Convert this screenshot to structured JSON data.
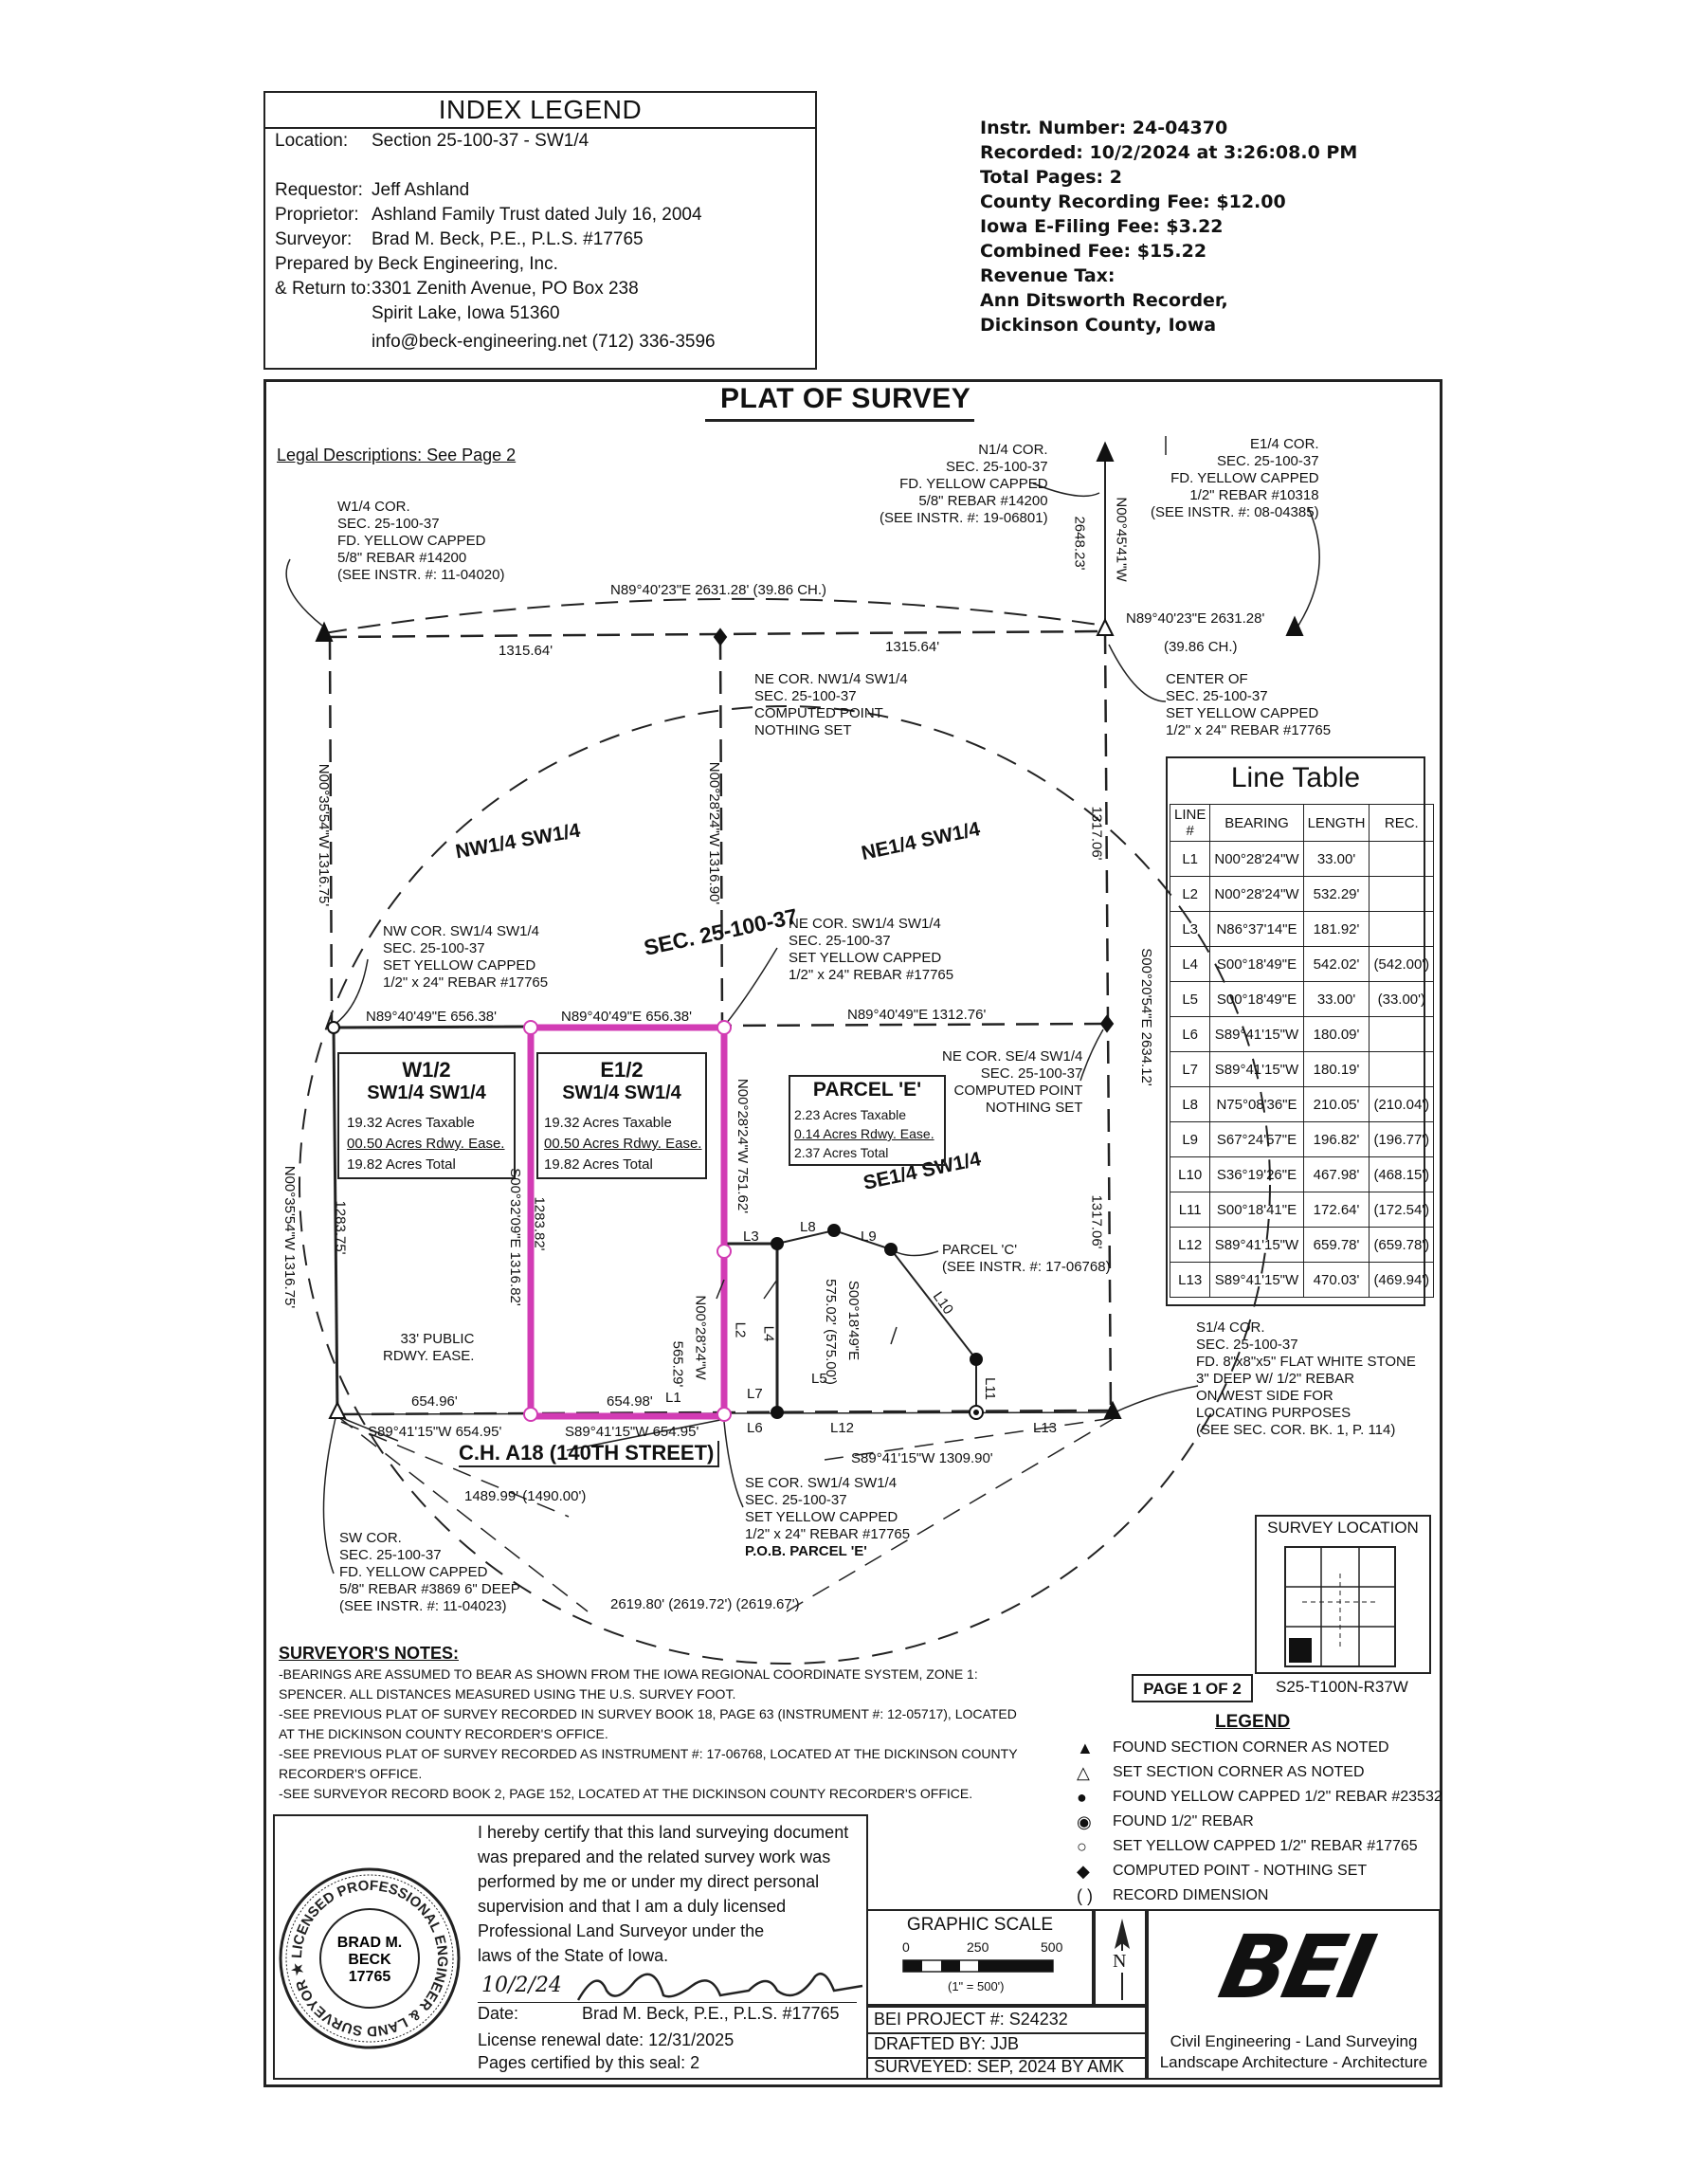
{
  "index_legend": {
    "title": "INDEX LEGEND",
    "location_label": "Location:",
    "location_value": "Section 25-100-37  -  SW1/4",
    "requestor_label": "Requestor:",
    "requestor_value": "Jeff Ashland",
    "proprietor_label": "Proprietor:",
    "proprietor_value": "Ashland Family Trust dated July 16, 2004",
    "surveyor_label": "Surveyor:",
    "surveyor_value": "Brad M. Beck, P.E., P.L.S. #17765",
    "prepared_by": "Prepared by Beck Engineering, Inc.",
    "return_label": "& Return to:",
    "return_line1": "3301 Zenith Avenue, PO Box 238",
    "return_line2": "Spirit Lake, Iowa 51360",
    "return_line3": "info@beck-engineering.net   (712) 336-3596"
  },
  "recording": [
    "Instr. Number: 24-04370",
    "Recorded: 10/2/2024 at 3:26:08.0 PM",
    "Total Pages: 2",
    "County Recording Fee: $12.00",
    "Iowa E-Filing Fee: $3.22",
    "Combined Fee: $15.22",
    "Revenue Tax:",
    "Ann Ditsworth  Recorder,",
    "Dickinson County, Iowa"
  ],
  "plat": {
    "title": "PLAT OF SURVEY",
    "legal_desc": "Legal Descriptions: See Page 2",
    "sec_label": "SEC. 25-100-37",
    "quarters": {
      "nw": "NW1/4 SW1/4",
      "ne": "NE1/4 SW1/4",
      "se": "SE1/4 SW1/4"
    },
    "w_half": {
      "title1": "W1/2",
      "title2": "SW1/4 SW1/4",
      "taxable": "19.32 Acres Taxable",
      "rdwy": "00.50 Acres Rdwy. Ease.",
      "total": "19.82 Acres Total"
    },
    "e_half": {
      "title1": "E1/2",
      "title2": "SW1/4 SW1/4",
      "taxable": "19.32 Acres Taxable",
      "rdwy": "00.50 Acres Rdwy. Ease.",
      "total": "19.82 Acres Total"
    },
    "parcel_e": {
      "title": "PARCEL 'E'",
      "taxable": "2.23 Acres Taxable",
      "rdwy": "0.14 Acres Rdwy. Ease.",
      "total": "2.37 Acres Total"
    },
    "road": "C.H. A18 (140TH STREET)",
    "callouts": {
      "n14": [
        "N1/4 COR.",
        "SEC. 25-100-37",
        "FD. YELLOW CAPPED",
        "5/8\" REBAR #14200",
        "(SEE INSTR. #: 19-06801)"
      ],
      "e14": [
        "E1/4 COR.",
        "SEC. 25-100-37",
        "FD. YELLOW CAPPED",
        "1/2\" REBAR #10318",
        "(SEE INSTR. #: 08-04385)"
      ],
      "w14": [
        "W1/4 COR.",
        "SEC. 25-100-37",
        "FD. YELLOW CAPPED",
        "5/8\" REBAR #14200",
        "(SEE INSTR. #: 11-04020)"
      ],
      "center": [
        "CENTER OF",
        "SEC. 25-100-37",
        "SET YELLOW CAPPED",
        "1/2\" x 24\" REBAR #17765"
      ],
      "ne_nw": [
        "NE COR. NW1/4 SW1/4",
        "SEC. 25-100-37",
        "COMPUTED POINT",
        "NOTHING SET"
      ],
      "nw_sw": [
        "NW COR. SW1/4 SW1/4",
        "SEC. 25-100-37",
        "SET YELLOW CAPPED",
        "1/2\" x 24\" REBAR #17765"
      ],
      "ne_sw": [
        "NE COR. SW1/4 SW1/4",
        "SEC. 25-100-37",
        "SET YELLOW CAPPED",
        "1/2\" x 24\" REBAR #17765"
      ],
      "ne_se": [
        "NE COR. SE/4 SW1/4",
        "SEC. 25-100-37",
        "COMPUTED POINT",
        "NOTHING SET"
      ],
      "parcel_c": [
        "PARCEL 'C'",
        "(SEE INSTR. #: 17-06768)"
      ],
      "s14": [
        "S1/4 COR.",
        "SEC. 25-100-37",
        "FD. 8\"x8\"x5\" FLAT WHITE STONE",
        "3\" DEEP W/ 1/2\" REBAR",
        "ON WEST SIDE FOR",
        "LOCATING PURPOSES",
        "(SEE SEC. COR. BK. 1, P. 114)"
      ],
      "se_sw": [
        "SE COR. SW1/4 SW1/4",
        "SEC. 25-100-37",
        "SET YELLOW CAPPED",
        "1/2\" x 24\" REBAR #17765",
        "P.O.B. PARCEL 'E'"
      ],
      "sw": [
        "SW COR.",
        "SEC. 25-100-37",
        "FD. YELLOW CAPPED",
        "5/8\" REBAR #3869 6\" DEEP",
        "(SEE INSTR. #: 11-04023)"
      ],
      "rdwy": [
        "33' PUBLIC",
        "RDWY. EASE."
      ]
    },
    "dims": {
      "top_long": "N89°40'23\"E  2631.28' (39.86 CH.)",
      "top_w": "1315.64'",
      "top_e": "1315.64'",
      "east_top": "N89°40'23\"E  2631.28'",
      "east_ch": "(39.86 CH.)",
      "n_bearing": "N00°45'41\"W",
      "n_dist": "2648.23'",
      "w_side": "N00°35'54\"W  1316.75'",
      "mid_v": "N00°28'24\"W  1316.90'",
      "east_v": "1317.06'",
      "east_far": "S00°20'54\"E  2634.12'",
      "mid_n1": "N89°40'49\"E  656.38'",
      "mid_n2": "N89°40'49\"E  656.38'",
      "mid_n3": "N89°40'49\"E  1312.76'",
      "sw_left": "N00°35'54\"W  1316.75'",
      "w1283": "1283.75'",
      "s00": "S00°32'09\"E  1316.82'",
      "e1283": "1283.82'",
      "n751": "N00°28'24\"W  751.62'",
      "n565": "N00°28'24\"W",
      "n565d": "565.29'",
      "s575": "S00°18'49\"E",
      "s575d": "575.02' (575.00')",
      "e1317": "1317.06'",
      "b654a": "654.96'",
      "b654b": "654.98'",
      "b_w": "S89°41'15\"W  654.95'",
      "b_e": "S89°41'15\"W  654.95'",
      "b_far": "S89°41'15\"W  1309.90'",
      "b1490": "1489.99' (1490.00')",
      "b2619": "2619.80' (2619.72') (2619.67')"
    },
    "line_labels": [
      "L1",
      "L2",
      "L3",
      "L4",
      "L5",
      "L6",
      "L7",
      "L8",
      "L9",
      "L10",
      "L11",
      "L12",
      "L13"
    ]
  },
  "line_table": {
    "title": "Line Table",
    "headers": [
      "LINE #",
      "BEARING",
      "LENGTH",
      "REC."
    ],
    "rows": [
      [
        "L1",
        "N00°28'24\"W",
        "33.00'",
        ""
      ],
      [
        "L2",
        "N00°28'24\"W",
        "532.29'",
        ""
      ],
      [
        "L3",
        "N86°37'14\"E",
        "181.92'",
        ""
      ],
      [
        "L4",
        "S00°18'49\"E",
        "542.02'",
        "(542.00')"
      ],
      [
        "L5",
        "S00°18'49\"E",
        "33.00'",
        "(33.00')"
      ],
      [
        "L6",
        "S89°41'15\"W",
        "180.09'",
        ""
      ],
      [
        "L7",
        "S89°41'15\"W",
        "180.19'",
        ""
      ],
      [
        "L8",
        "N75°08'36\"E",
        "210.05'",
        "(210.04')"
      ],
      [
        "L9",
        "S67°24'57\"E",
        "196.82'",
        "(196.77')"
      ],
      [
        "L10",
        "S36°19'26\"E",
        "467.98'",
        "(468.15')"
      ],
      [
        "L11",
        "S00°18'41\"E",
        "172.64'",
        "(172.54')"
      ],
      [
        "L12",
        "S89°41'15\"W",
        "659.78'",
        "(659.78')"
      ],
      [
        "L13",
        "S89°41'15\"W",
        "470.03'",
        "(469.94')"
      ]
    ]
  },
  "survey_location": {
    "title": "SURVEY LOCATION",
    "page": "PAGE 1 OF 2",
    "twp": "S25-T100N-R37W"
  },
  "surveyor_notes": {
    "title": "SURVEYOR'S NOTES:",
    "lines": [
      "-BEARINGS ARE ASSUMED TO BEAR AS SHOWN FROM THE IOWA REGIONAL COORDINATE SYSTEM, ZONE 1:",
      "SPENCER. ALL DISTANCES MEASURED USING THE U.S. SURVEY FOOT.",
      "-SEE PREVIOUS PLAT OF SURVEY RECORDED IN SURVEY BOOK 18, PAGE 63  (INSTRUMENT #: 12-05717), LOCATED",
      "AT THE DICKINSON COUNTY RECORDER'S OFFICE.",
      "-SEE PREVIOUS PLAT OF SURVEY RECORDED AS INSTRUMENT #: 17-06768, LOCATED AT THE DICKINSON COUNTY",
      "RECORDER'S OFFICE.",
      "-SEE  SURVEYOR RECORD BOOK 2, PAGE 152, LOCATED AT THE DICKINSON COUNTY RECORDER'S OFFICE."
    ]
  },
  "legend": {
    "title": "LEGEND",
    "items": [
      {
        "symbol": "▲",
        "text": "FOUND SECTION CORNER AS NOTED"
      },
      {
        "symbol": "△",
        "text": "SET SECTION CORNER AS NOTED"
      },
      {
        "symbol": "●",
        "text": "FOUND YELLOW CAPPED 1/2\" REBAR #23532"
      },
      {
        "symbol": "◉",
        "text": "FOUND 1/2\" REBAR"
      },
      {
        "symbol": "○",
        "text": "SET YELLOW CAPPED 1/2\" REBAR #17765"
      },
      {
        "symbol": "◆",
        "text": "COMPUTED POINT - NOTHING SET"
      },
      {
        "symbol": "( )",
        "text": "RECORD DIMENSION"
      }
    ]
  },
  "certification": {
    "lines": [
      "I hereby certify that this land surveying document",
      "was prepared and the related survey work was",
      "performed by me or under my direct personal",
      "supervision and that I am a duly licensed",
      "Professional Land Surveyor under the",
      "laws of the State of Iowa."
    ],
    "date_handwritten": "10/2/24",
    "date_label": "Date:",
    "signer": "Brad M. Beck, P.E., P.L.S. #17765",
    "renewal": "License renewal date:      12/31/2025",
    "pages": "Pages certified by this seal: 2",
    "seal_name1": "BRAD M.",
    "seal_name2": "BECK",
    "seal_num": "17765",
    "seal_ring": "LICENSED PROFESSIONAL ENGINEER & LAND SURVEYOR ★ IOWA ★"
  },
  "graphic_scale": {
    "title": "GRAPHIC SCALE",
    "ticks": [
      "0",
      "250",
      "500"
    ],
    "note": "(1\" = 500')",
    "north": "N"
  },
  "project": {
    "project_no": "BEI PROJECT #: S24232",
    "drafted": "DRAFTED BY: JJB",
    "surveyed": "SURVEYED: SEP, 2024 BY AMK"
  },
  "bei": {
    "logo": "BEI",
    "line1": "Civil Engineering - Land Surveying",
    "line2": "Landscape Architecture - Architecture"
  }
}
